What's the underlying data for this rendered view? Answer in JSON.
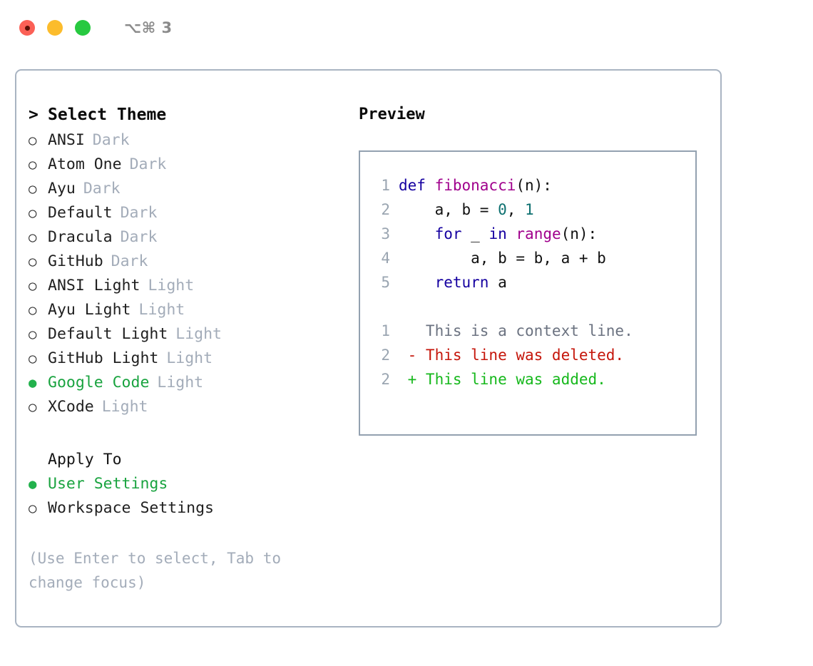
{
  "titlebar": {
    "shortcut": "⌥⌘ 3",
    "lights": [
      {
        "name": "close",
        "color": "#fb6056"
      },
      {
        "name": "minimize",
        "color": "#fcbc2c"
      },
      {
        "name": "zoom",
        "color": "#27c940"
      }
    ]
  },
  "theme_picker": {
    "heading": "Select Theme",
    "heading_marker": ">",
    "marker_unselected": "○",
    "marker_selected": "●",
    "items": [
      {
        "label": "ANSI",
        "tag": "Dark",
        "selected": false
      },
      {
        "label": "Atom One",
        "tag": "Dark",
        "selected": false
      },
      {
        "label": "Ayu",
        "tag": "Dark",
        "selected": false
      },
      {
        "label": "Default",
        "tag": "Dark",
        "selected": false
      },
      {
        "label": "Dracula",
        "tag": "Dark",
        "selected": false
      },
      {
        "label": "GitHub",
        "tag": "Dark",
        "selected": false
      },
      {
        "label": "ANSI Light",
        "tag": "Light",
        "selected": false
      },
      {
        "label": "Ayu Light",
        "tag": "Light",
        "selected": false
      },
      {
        "label": "Default Light",
        "tag": "Light",
        "selected": false
      },
      {
        "label": "GitHub Light",
        "tag": "Light",
        "selected": false
      },
      {
        "label": "Google Code",
        "tag": "Light",
        "selected": true
      },
      {
        "label": "XCode",
        "tag": "Light",
        "selected": false
      }
    ]
  },
  "apply_to": {
    "heading": "Apply To",
    "options": [
      {
        "label": "User Settings",
        "selected": true
      },
      {
        "label": "Workspace Settings",
        "selected": false
      }
    ]
  },
  "hint": "(Use Enter to select, Tab to change focus)",
  "preview": {
    "title": "Preview",
    "code_lines": [
      {
        "n": "1",
        "tokens": [
          {
            "t": "def ",
            "c": "kw"
          },
          {
            "t": "fibonacci",
            "c": "fn"
          },
          {
            "t": "(n):",
            "c": "plain"
          }
        ]
      },
      {
        "n": "2",
        "tokens": [
          {
            "t": "    a, b = ",
            "c": "plain"
          },
          {
            "t": "0",
            "c": "num"
          },
          {
            "t": ", ",
            "c": "plain"
          },
          {
            "t": "1",
            "c": "num"
          }
        ]
      },
      {
        "n": "3",
        "tokens": [
          {
            "t": "    ",
            "c": "plain"
          },
          {
            "t": "for",
            "c": "kw"
          },
          {
            "t": " _ ",
            "c": "plain"
          },
          {
            "t": "in",
            "c": "kw"
          },
          {
            "t": " ",
            "c": "plain"
          },
          {
            "t": "range",
            "c": "fn"
          },
          {
            "t": "(n):",
            "c": "plain"
          }
        ]
      },
      {
        "n": "4",
        "tokens": [
          {
            "t": "        a, b = b, a + b",
            "c": "plain"
          }
        ]
      },
      {
        "n": "5",
        "tokens": [
          {
            "t": "    ",
            "c": "plain"
          },
          {
            "t": "return",
            "c": "kw"
          },
          {
            "t": " a",
            "c": "plain"
          }
        ]
      }
    ],
    "diff_lines": [
      {
        "n": "1",
        "sign": " ",
        "text": "This is a context line.",
        "kind": "ctx"
      },
      {
        "n": "2",
        "sign": "-",
        "text": "This line was deleted.",
        "kind": "del"
      },
      {
        "n": "2",
        "sign": "+",
        "text": "This line was added.",
        "kind": "add"
      }
    ]
  },
  "colors": {
    "accent_green": "#19a33f",
    "panel_border": "#a9b4c2",
    "preview_border": "#93a1b0",
    "muted": "#a3acb9",
    "keyword": "#1500a0",
    "function": "#a0008c",
    "number": "#0d7070",
    "diff_added": "#16b81c",
    "diff_deleted": "#c5160b",
    "diff_context": "#6b7280",
    "line_number": "#9aa5b1"
  }
}
